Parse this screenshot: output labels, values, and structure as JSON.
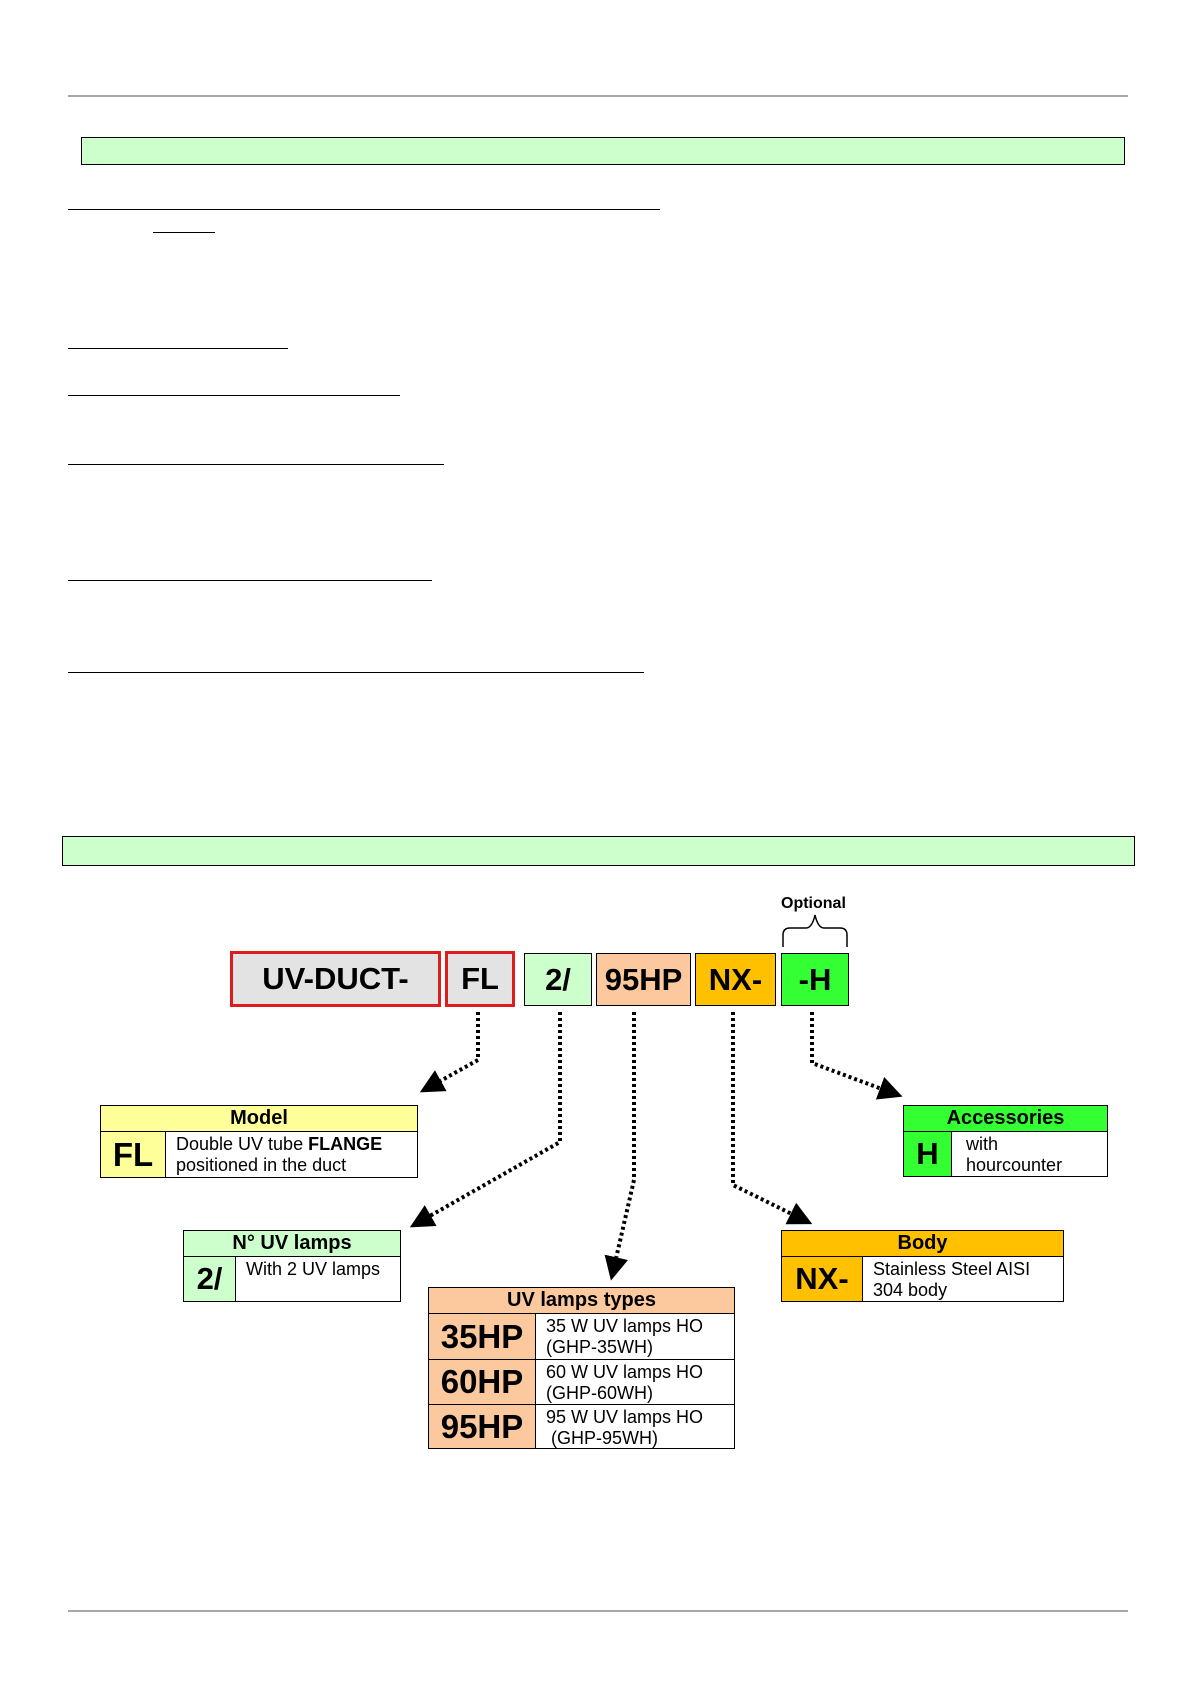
{
  "optional_label": "Optional",
  "code_parts": [
    {
      "text": "UV-DUCT-",
      "color": "#e3e3e3"
    },
    {
      "text": "FL",
      "color": "#e3e3e3"
    },
    {
      "text": "2/",
      "color": "#ccffcc"
    },
    {
      "text": "95HP",
      "color": "#fcc99e"
    },
    {
      "text": "NX-",
      "color": "#ffc000"
    },
    {
      "text": "-H",
      "color": "#33ff33"
    }
  ],
  "legends": {
    "model": {
      "title": "Model",
      "color": "#ffff99",
      "code": "FL",
      "desc_pre": "Double UV tube ",
      "desc_bold": "FLANGE",
      "desc_post": "positioned in the duct"
    },
    "lamps": {
      "title": "N° UV lamps",
      "color": "#ccffcc",
      "code": "2/",
      "desc": "With 2 UV lamps"
    },
    "types": {
      "title": "UV lamps types",
      "color": "#fcc99e",
      "rows": [
        {
          "code": "35HP",
          "line1": "35 W UV lamps HO",
          "line2": "(GHP-35WH)"
        },
        {
          "code": "60HP",
          "line1": "60 W UV lamps HO",
          "line2": "(GHP-60WH)"
        },
        {
          "code": "95HP",
          "line1": "95 W UV lamps HO",
          "line2": " (GHP-95WH)"
        }
      ]
    },
    "body": {
      "title": "Body",
      "color": "#ffc000",
      "code": "NX-",
      "line1": "Stainless Steel AISI",
      "line2": "304 body"
    },
    "accessories": {
      "title": "Accessories",
      "color": "#33ff33",
      "code": "H",
      "line1": "with",
      "line2": "hourcounter"
    }
  }
}
